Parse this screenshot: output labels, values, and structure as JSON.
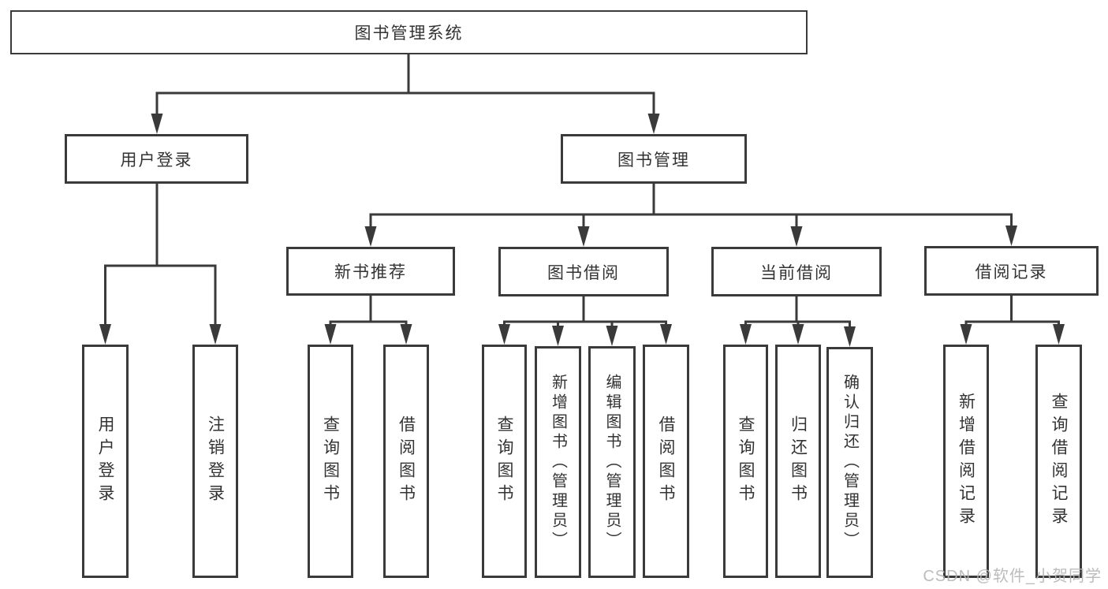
{
  "tree": {
    "root": {
      "label": "图书管理系统",
      "children": [
        {
          "label": "用户登录",
          "children": [
            {
              "label": "用户登录"
            },
            {
              "label": "注销登录"
            }
          ]
        },
        {
          "label": "图书管理",
          "children": [
            {
              "label": "新书推荐",
              "children": [
                {
                  "label": "查询图书"
                },
                {
                  "label": "借阅图书"
                }
              ]
            },
            {
              "label": "图书借阅",
              "children": [
                {
                  "label": "查询图书"
                },
                {
                  "label": "新增图书（管理员）"
                },
                {
                  "label": "编辑图书（管理员）"
                },
                {
                  "label": "借阅图书"
                }
              ]
            },
            {
              "label": "当前借阅",
              "children": [
                {
                  "label": "查询图书"
                },
                {
                  "label": "归还图书"
                },
                {
                  "label": "确认归还（管理员）"
                }
              ]
            },
            {
              "label": "借阅记录",
              "children": [
                {
                  "label": "新增借阅记录"
                },
                {
                  "label": "查询借阅记录"
                }
              ]
            }
          ]
        }
      ]
    }
  },
  "watermark": "CSDN @软件_小贺同学",
  "colors": {
    "line": "#3a3a3a",
    "text": "#333333",
    "background": "#ffffff",
    "watermark": "#b6b6b6"
  }
}
